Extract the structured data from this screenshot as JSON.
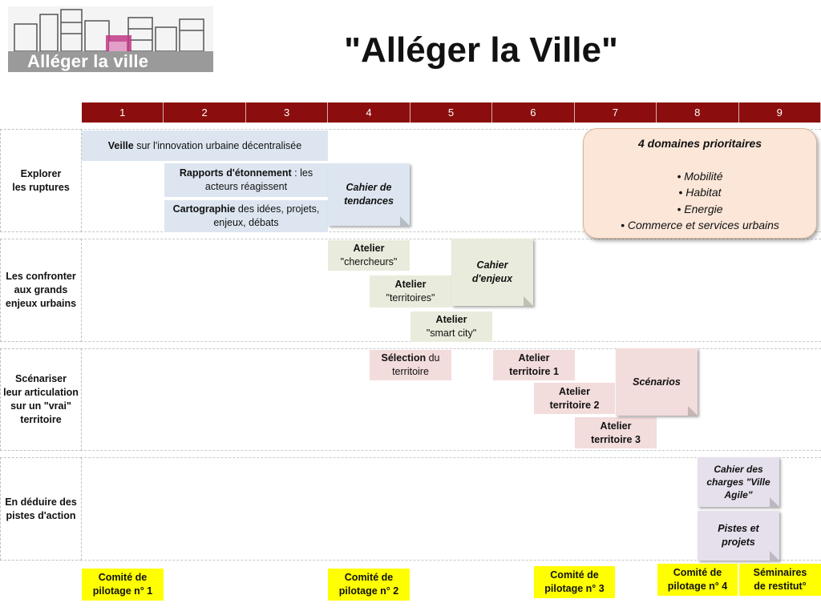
{
  "title": "\"Alléger la Ville\"",
  "logo": {
    "text": "Alléger la ville"
  },
  "months": [
    "1",
    "2",
    "3",
    "4",
    "5",
    "6",
    "7",
    "8",
    "9"
  ],
  "rows": [
    {
      "label": "Explorer\nles ruptures"
    },
    {
      "label": "Les confronter\naux grands\nenjeux urbains"
    },
    {
      "label": "Scénariser\nleur articulation\nsur un \"vrai\"\nterritoire"
    },
    {
      "label": "En déduire des\npistes d'action"
    }
  ],
  "explore": {
    "veille_bold": "Veille",
    "veille_rest": " sur l'innovation urbaine décentralisée",
    "rapports_bold": "Rapports d'étonnement",
    "rapports_rest": " : les acteurs réagissent",
    "carto_bold": "Cartographie",
    "carto_rest": " des idées, projets, enjeux, débats",
    "cahier_tendances": "Cahier de tendances"
  },
  "priorities": {
    "title": "4 domaines prioritaires",
    "items": [
      "• Mobilité",
      "• Habitat",
      "• Energie",
      "• Commerce et services urbains"
    ]
  },
  "confront": {
    "atelier1_title": "Atelier",
    "atelier1_sub": "\"chercheurs\"",
    "atelier2_title": "Atelier",
    "atelier2_sub": "\"territoires\"",
    "atelier3_title": "Atelier",
    "atelier3_sub": "\"smart city\"",
    "cahier_enjeux": "Cahier d'enjeux"
  },
  "scenario": {
    "selection_bold": "Sélection",
    "selection_rest": " du territoire",
    "t1": "Atelier territoire 1",
    "t2": "Atelier territoire 2",
    "t3": "Atelier territoire 3",
    "scenarios": "Scénarios"
  },
  "actions": {
    "cahier_charges": "Cahier des charges \"Ville Agile\"",
    "pistes": "Pistes et projets"
  },
  "comites": [
    "Comité de pilotage n° 1",
    "Comité de pilotage n° 2",
    "Comité de pilotage n° 3",
    "Comité de pilotage n° 4",
    "Séminaires de restitut°"
  ],
  "colors": {
    "header": "#8b0d0d",
    "explore": "#dde6f0",
    "confront": "#e9ecdc",
    "scenario": "#f3dcdc",
    "actions": "#e6e0ec",
    "milestone": "#ffff00",
    "callout": "#fbe6d8"
  }
}
